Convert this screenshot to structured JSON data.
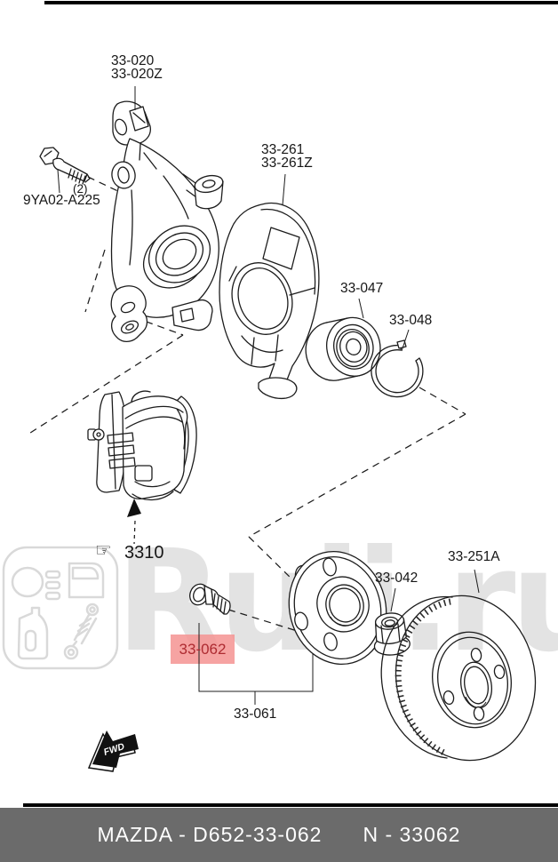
{
  "diagram": {
    "watermark_text": "Ruli.ru",
    "fwd_label": "FWD",
    "pointer_icon": "☞"
  },
  "part_labels": {
    "knuckle": {
      "line1": "33-020",
      "line2": "33-020Z"
    },
    "knuckle_bolt": {
      "qty": "(2)",
      "code": "9YA02-A225"
    },
    "splash_shield": {
      "line1": "33-261",
      "line2": "33-261Z"
    },
    "bearing": {
      "code": "33-047"
    },
    "snap_ring": {
      "code": "33-048"
    },
    "caliper": {
      "code": "3310"
    },
    "wheel_stud": {
      "code": "33-062",
      "highlighted": true
    },
    "hub": {
      "code": "33-061"
    },
    "hub_nut": {
      "code": "33-042"
    },
    "brake_disc": {
      "code": "33-251A"
    }
  },
  "footer": {
    "left_text": "MAZDA - D652-33-062",
    "right_text": "N - 33062"
  },
  "colors": {
    "highlight_bg": "#f59392",
    "highlight_text": "#ae2b31",
    "footer_bg": "#6b6b6b",
    "footer_text": "#ffffff",
    "watermark": "#e3e3e3",
    "line": "#1c1c1c"
  }
}
